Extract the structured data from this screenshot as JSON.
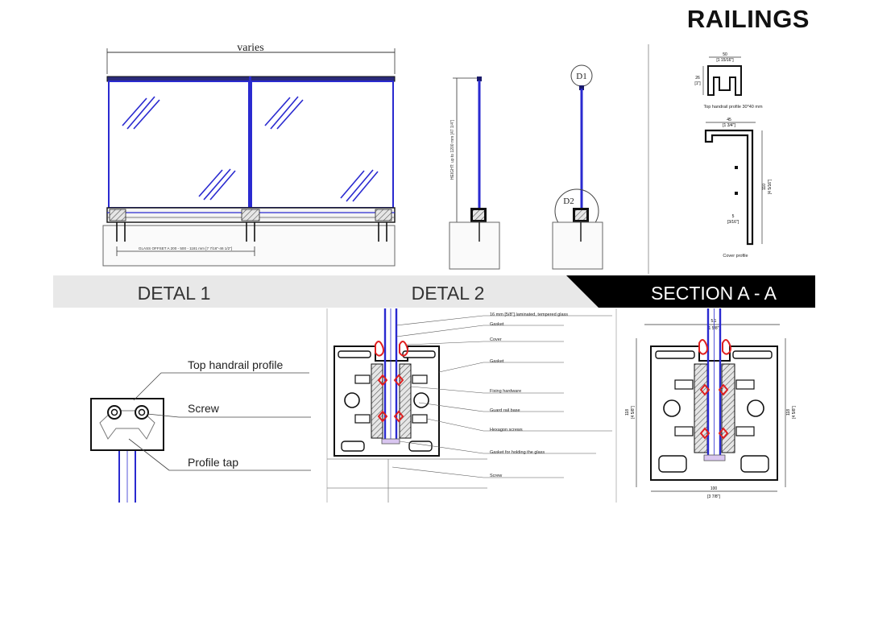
{
  "page": {
    "title": "RAILINGS"
  },
  "elevation": {
    "width_label": "varies",
    "glass_label": "GLASS OFFSET  A 200 - 500 - 1181 mm [7 7/16\"-46 1/2\"]",
    "height_label": "HEIGHT: up to 1200 mm [47 1/4\"]",
    "detail_d1": "D1",
    "detail_d2": "D2"
  },
  "profiles": {
    "top_dim_1": "50",
    "top_dim_1_in": "[1 15/16\"]",
    "top_dim_2": "26",
    "top_dim_2_in": "[1\"]",
    "top_caption": "Top handrail profile 30*40 mm",
    "cover_dim_1": "45",
    "cover_dim_1_in": "[1 3/4\"]",
    "cover_dim_2": "110",
    "cover_dim_2_in": "[4 5/16\"]",
    "cover_dim_3": "5",
    "cover_dim_3_in": "[3/16\"]",
    "cover_caption": "Cover profile"
  },
  "banner": {
    "detail1": "DETAL 1",
    "detail2": "DETAL 2",
    "section": "SECTION A - A"
  },
  "detail1": {
    "labels": [
      "Top handrail profile",
      "Screw",
      "Profile tap"
    ]
  },
  "detail2": {
    "labels": [
      "16 mm [5/8\"] laminated, tempered glass",
      "Gasket",
      "Cover",
      "Gasket",
      "Fixing hardware",
      "Guard rail base",
      "Hexagon screws",
      "Gasket for holding the glass",
      "Screw"
    ]
  },
  "section": {
    "top_dim": "5.1",
    "top_dim_in": "[1 5/8\"]",
    "left_dim": "118",
    "left_dim_in": "[4 5/8\"]",
    "right_dim": "118",
    "right_dim_in": "[4 5/8\"]",
    "bottom_dim": "100",
    "bottom_dim_in": "[3 7/8\"]"
  },
  "colors": {
    "glass_blue": "#2a2ad0",
    "gasket_red": "#e02020",
    "banner_grey": "#e8e8e8",
    "banner_black": "#000000"
  }
}
